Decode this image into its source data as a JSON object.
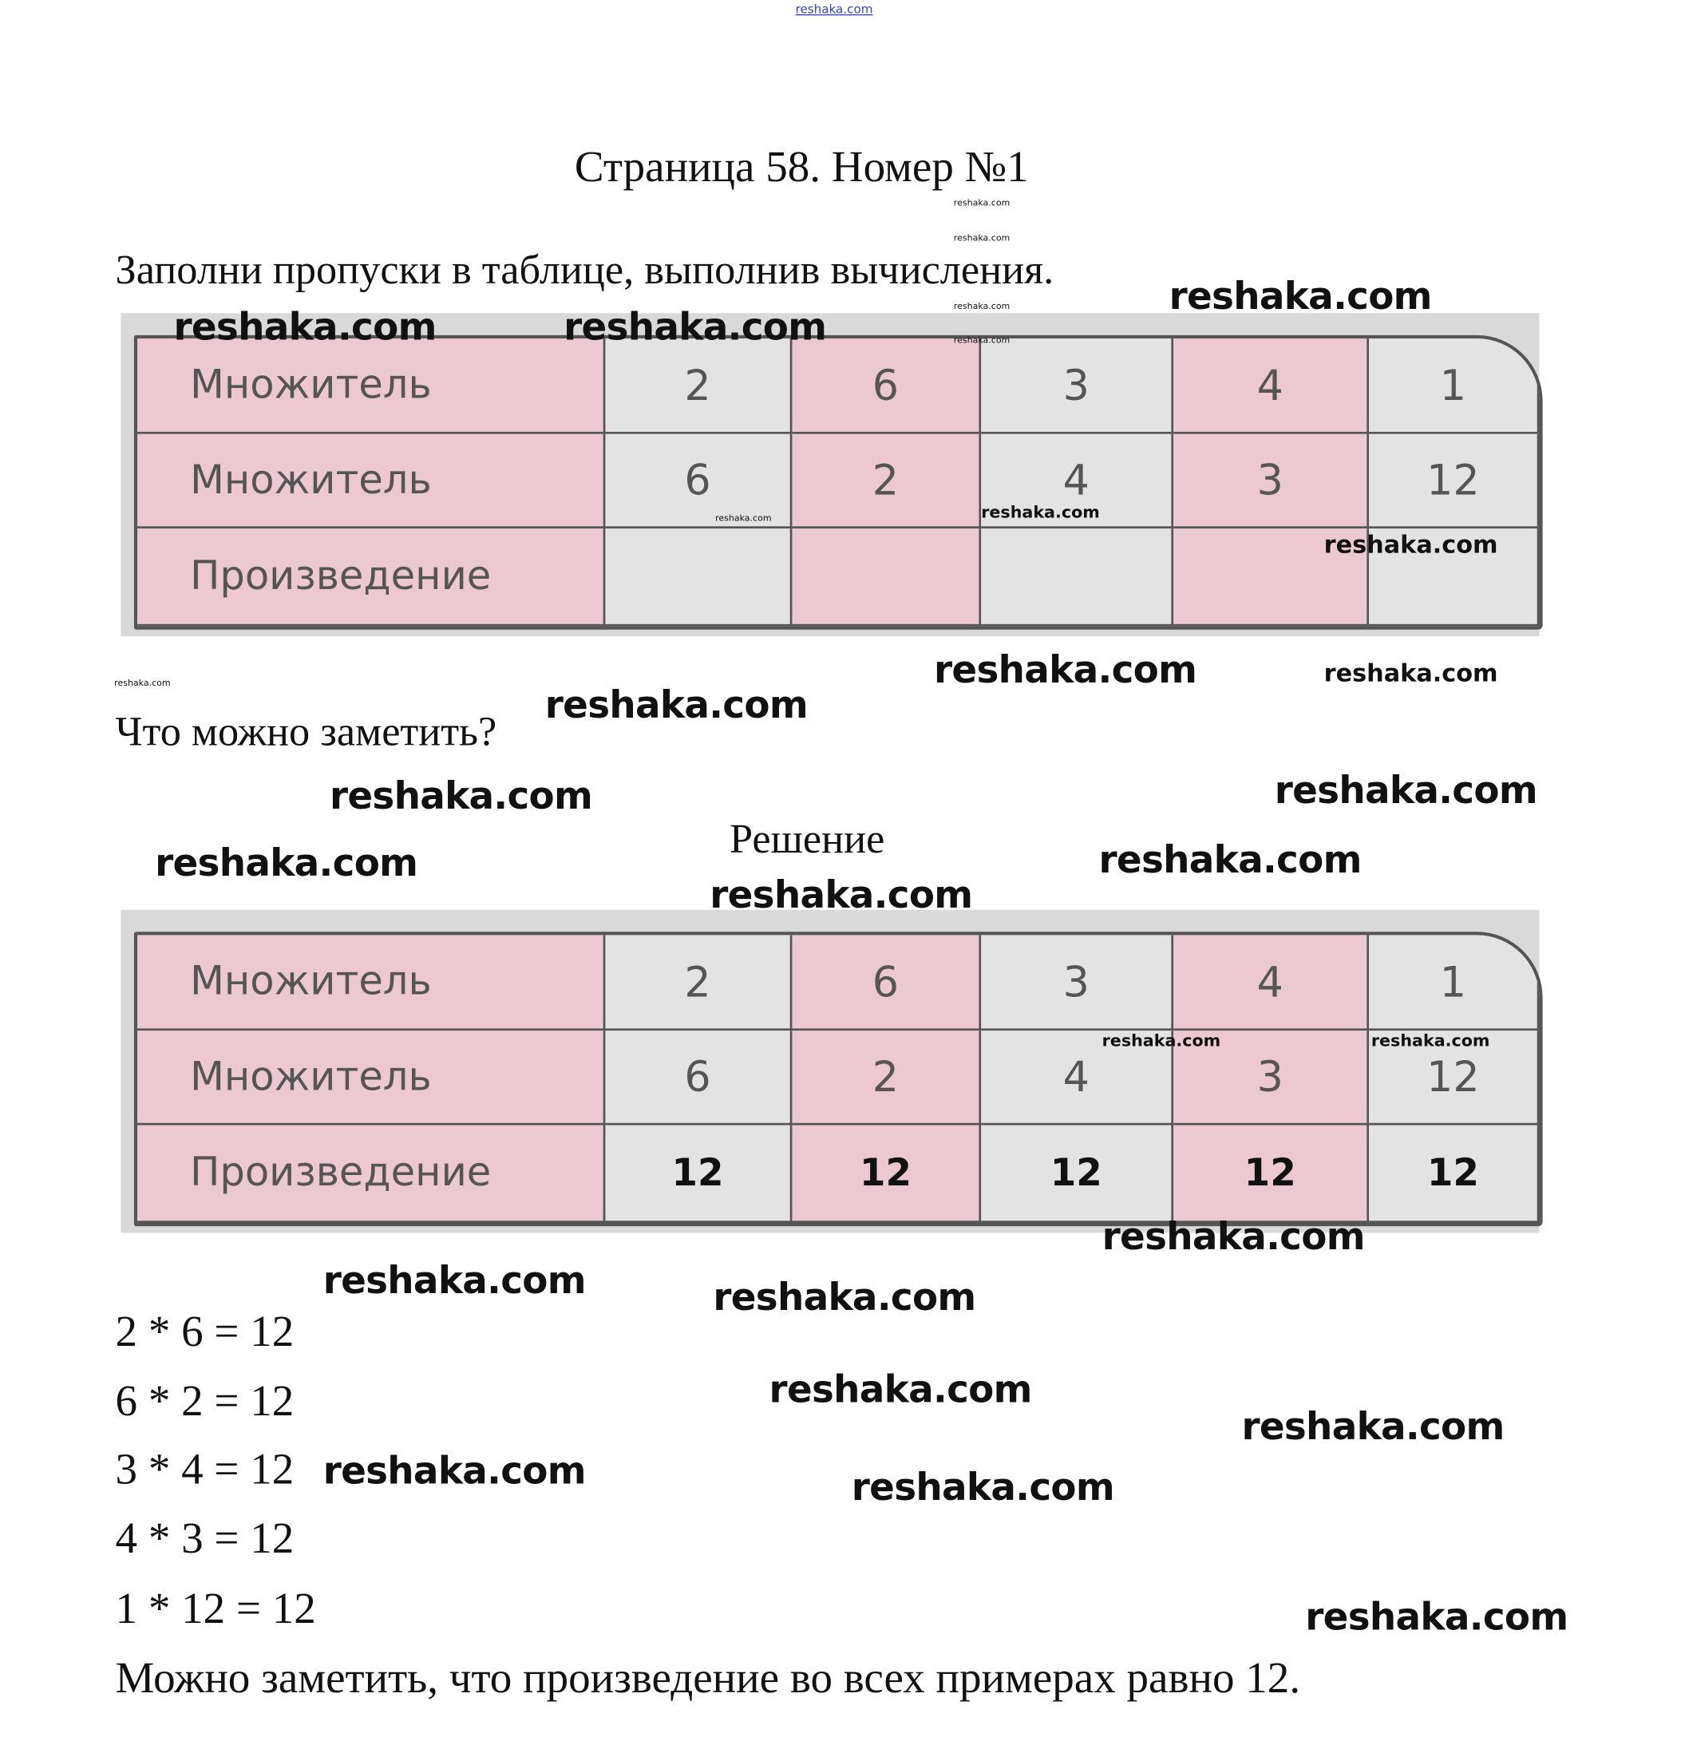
{
  "header_link": "reshaka.com",
  "title": "Страница 58. Номер №1",
  "task": "Заполни пропуски в таблице, выполнив вычисления.",
  "question": "Что можно заметить?",
  "solution_heading": "Решение",
  "table_task": {
    "rows": [
      {
        "label": "Множитель",
        "values": [
          "2",
          "6",
          "3",
          "4",
          "1"
        ]
      },
      {
        "label": "Множитель",
        "values": [
          "6",
          "2",
          "4",
          "3",
          "12"
        ]
      },
      {
        "label": "Произведение",
        "values": [
          "",
          "",
          "",
          "",
          ""
        ]
      }
    ]
  },
  "table_solution": {
    "rows": [
      {
        "label": "Множитель",
        "values": [
          "2",
          "6",
          "3",
          "4",
          "1"
        ]
      },
      {
        "label": "Множитель",
        "values": [
          "6",
          "2",
          "4",
          "3",
          "12"
        ]
      },
      {
        "label": "Произведение",
        "values": [
          "12",
          "12",
          "12",
          "12",
          "12"
        ]
      }
    ]
  },
  "equations": [
    "2 * 6 = 12",
    "6 * 2 = 12",
    "3 * 4 = 12",
    "4 * 3 = 12",
    "1 * 12 = 12"
  ],
  "conclusion": "Можно заметить, что произведение во всех примерах равно 12.",
  "watermark": "reshaka.com",
  "colors": {
    "pink": "#ecc8d2",
    "gray": "#e3e3e3",
    "link": "#3344cc"
  }
}
